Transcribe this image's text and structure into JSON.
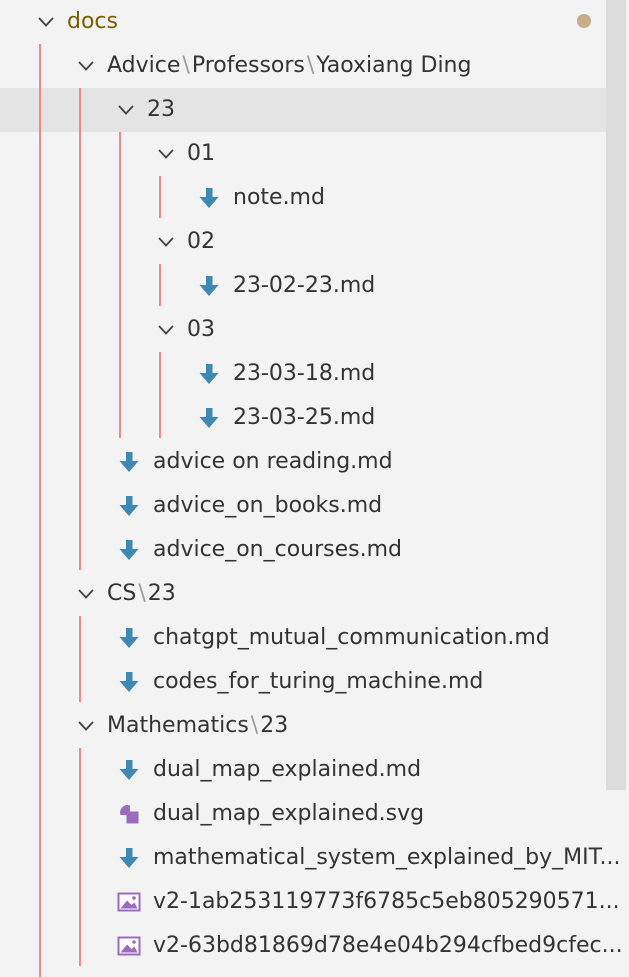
{
  "explorer": {
    "modified_indicator_color": "#c8ad8a",
    "indent_guide_color": "#ec8b86",
    "rows": [
      {
        "type": "root",
        "segments": [
          "docs"
        ],
        "expanded": true
      },
      {
        "type": "folder",
        "segments": [
          "Advice",
          "Professors",
          "Yaoxiang Ding"
        ],
        "expanded": true
      },
      {
        "type": "folder",
        "segments": [
          "23"
        ],
        "expanded": true,
        "selected": true
      },
      {
        "type": "folder",
        "segments": [
          "01"
        ],
        "expanded": true
      },
      {
        "type": "file",
        "name": "note.md",
        "icon": "markdown-download-icon"
      },
      {
        "type": "folder",
        "segments": [
          "02"
        ],
        "expanded": true
      },
      {
        "type": "file",
        "name": "23-02-23.md",
        "icon": "markdown-download-icon"
      },
      {
        "type": "folder",
        "segments": [
          "03"
        ],
        "expanded": true
      },
      {
        "type": "file",
        "name": "23-03-18.md",
        "icon": "markdown-download-icon"
      },
      {
        "type": "file",
        "name": "23-03-25.md",
        "icon": "markdown-download-icon"
      },
      {
        "type": "file",
        "name": "advice on reading.md",
        "icon": "markdown-download-icon"
      },
      {
        "type": "file",
        "name": "advice_on_books.md",
        "icon": "markdown-download-icon"
      },
      {
        "type": "file",
        "name": "advice_on_courses.md",
        "icon": "markdown-download-icon"
      },
      {
        "type": "folder",
        "segments": [
          "CS",
          "23"
        ],
        "expanded": true
      },
      {
        "type": "file",
        "name": "chatgpt_mutual_communication.md",
        "icon": "markdown-download-icon"
      },
      {
        "type": "file",
        "name": "codes_for_turing_machine.md",
        "icon": "markdown-download-icon"
      },
      {
        "type": "folder",
        "segments": [
          "Mathematics",
          "23"
        ],
        "expanded": true
      },
      {
        "type": "file",
        "name": "dual_map_explained.md",
        "icon": "markdown-download-icon"
      },
      {
        "type": "file",
        "name": "dual_map_explained.svg",
        "icon": "svg-shapes-icon"
      },
      {
        "type": "file",
        "name": "mathematical_system_explained_by_MIT...",
        "icon": "markdown-download-icon"
      },
      {
        "type": "file",
        "name": "v2-1ab253119773f6785c5eb805290571...",
        "icon": "image-file-icon"
      },
      {
        "type": "file",
        "name": "v2-63bd81869d78e4e04b294cfbed9cfec...",
        "icon": "image-file-icon"
      }
    ]
  }
}
